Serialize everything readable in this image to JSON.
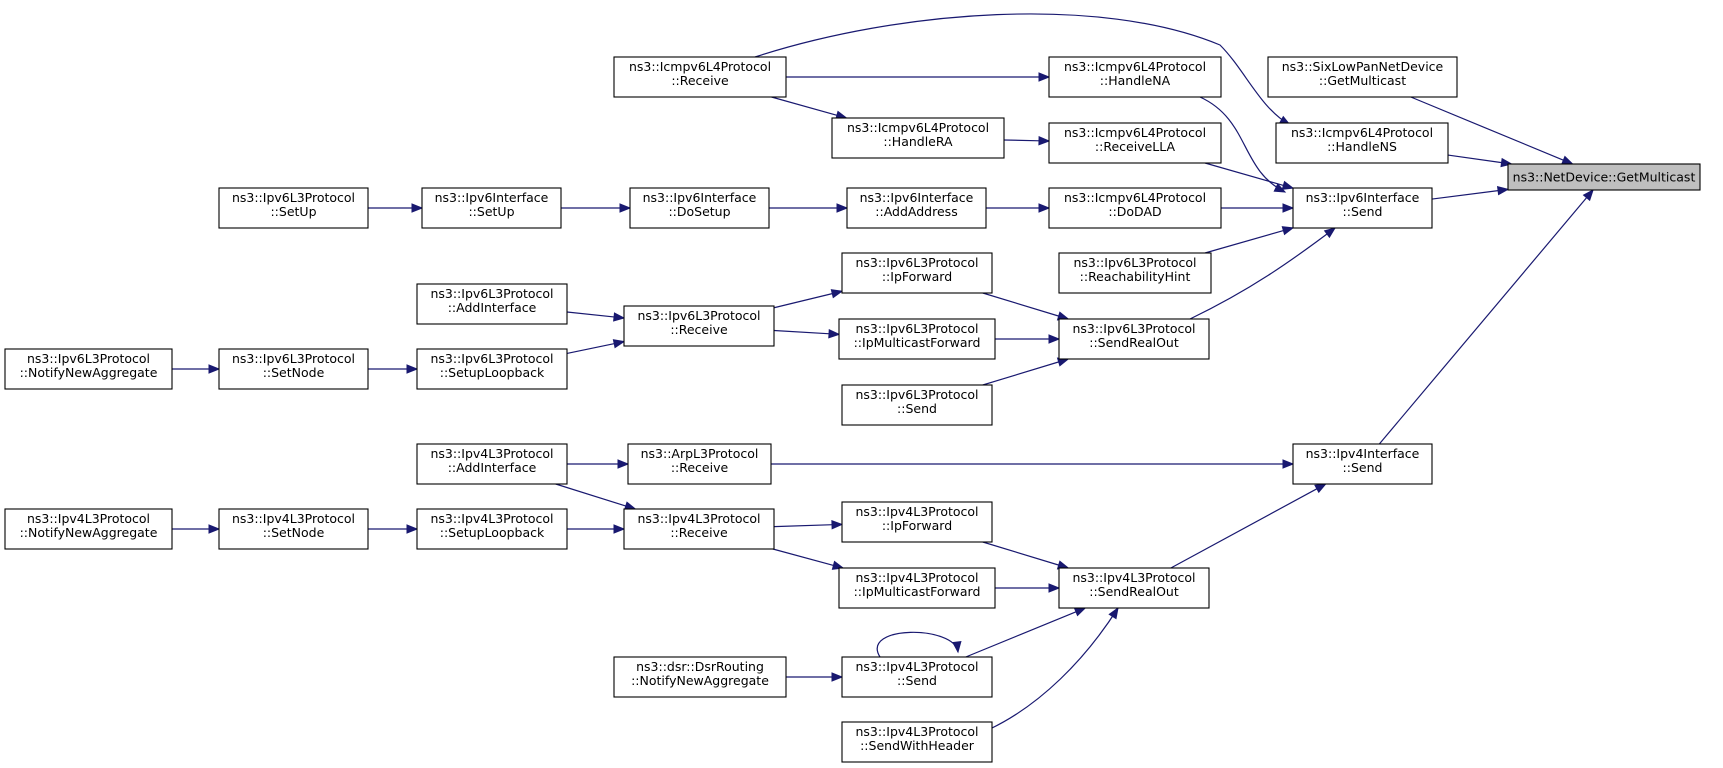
{
  "diagram": {
    "colors": {
      "edge": "#191970",
      "node_border": "#000000",
      "root_fill": "#bfbfbf",
      "node_fill": "#ffffff"
    },
    "nodes": [
      {
        "id": "root",
        "lines": [
          "ns3::NetDevice::GetMulticast"
        ]
      },
      {
        "id": "sixlowpan_getmulticast",
        "lines": [
          "ns3::SixLowPanNetDevice",
          "::GetMulticast"
        ]
      },
      {
        "id": "icmpv6_receive",
        "lines": [
          "ns3::Icmpv6L4Protocol",
          "::Receive"
        ]
      },
      {
        "id": "icmpv6_handlena",
        "lines": [
          "ns3::Icmpv6L4Protocol",
          "::HandleNA"
        ]
      },
      {
        "id": "icmpv6_handlens",
        "lines": [
          "ns3::Icmpv6L4Protocol",
          "::HandleNS"
        ]
      },
      {
        "id": "icmpv6_handlera",
        "lines": [
          "ns3::Icmpv6L4Protocol",
          "::HandleRA"
        ]
      },
      {
        "id": "icmpv6_receivella",
        "lines": [
          "ns3::Icmpv6L4Protocol",
          "::ReceiveLLA"
        ]
      },
      {
        "id": "icmpv6_dodad",
        "lines": [
          "ns3::Icmpv6L4Protocol",
          "::DoDAD"
        ]
      },
      {
        "id": "ipv6if_send",
        "lines": [
          "ns3::Ipv6Interface",
          "::Send"
        ]
      },
      {
        "id": "ipv6if_addaddress",
        "lines": [
          "ns3::Ipv6Interface",
          "::AddAddress"
        ]
      },
      {
        "id": "ipv6if_dosetup",
        "lines": [
          "ns3::Ipv6Interface",
          "::DoSetup"
        ]
      },
      {
        "id": "ipv6if_setup",
        "lines": [
          "ns3::Ipv6Interface",
          "::SetUp"
        ]
      },
      {
        "id": "ipv6l3_setup",
        "lines": [
          "ns3::Ipv6L3Protocol",
          "::SetUp"
        ]
      },
      {
        "id": "ipv6l3_reachabilityhint",
        "lines": [
          "ns3::Ipv6L3Protocol",
          "::ReachabilityHint"
        ]
      },
      {
        "id": "ipv6l3_ipforward",
        "lines": [
          "ns3::Ipv6L3Protocol",
          "::IpForward"
        ]
      },
      {
        "id": "ipv6l3_ipmulticastforward",
        "lines": [
          "ns3::Ipv6L3Protocol",
          "::IpMulticastForward"
        ]
      },
      {
        "id": "ipv6l3_sendrealout",
        "lines": [
          "ns3::Ipv6L3Protocol",
          "::SendRealOut"
        ]
      },
      {
        "id": "ipv6l3_send",
        "lines": [
          "ns3::Ipv6L3Protocol",
          "::Send"
        ]
      },
      {
        "id": "ipv6l3_receive",
        "lines": [
          "ns3::Ipv6L3Protocol",
          "::Receive"
        ]
      },
      {
        "id": "ipv6l3_addinterface",
        "lines": [
          "ns3::Ipv6L3Protocol",
          "::AddInterface"
        ]
      },
      {
        "id": "ipv6l3_setuploopback",
        "lines": [
          "ns3::Ipv6L3Protocol",
          "::SetupLoopback"
        ]
      },
      {
        "id": "ipv6l3_setnode",
        "lines": [
          "ns3::Ipv6L3Protocol",
          "::SetNode"
        ]
      },
      {
        "id": "ipv6l3_notifynewaggregate",
        "lines": [
          "ns3::Ipv6L3Protocol",
          "::NotifyNewAggregate"
        ]
      },
      {
        "id": "ipv4if_send",
        "lines": [
          "ns3::Ipv4Interface",
          "::Send"
        ]
      },
      {
        "id": "arpl3_receive",
        "lines": [
          "ns3::ArpL3Protocol",
          "::Receive"
        ]
      },
      {
        "id": "ipv4l3_addinterface",
        "lines": [
          "ns3::Ipv4L3Protocol",
          "::AddInterface"
        ]
      },
      {
        "id": "ipv4l3_receive",
        "lines": [
          "ns3::Ipv4L3Protocol",
          "::Receive"
        ]
      },
      {
        "id": "ipv4l3_setuploopback",
        "lines": [
          "ns3::Ipv4L3Protocol",
          "::SetupLoopback"
        ]
      },
      {
        "id": "ipv4l3_setnode",
        "lines": [
          "ns3::Ipv4L3Protocol",
          "::SetNode"
        ]
      },
      {
        "id": "ipv4l3_notifynewaggregate",
        "lines": [
          "ns3::Ipv4L3Protocol",
          "::NotifyNewAggregate"
        ]
      },
      {
        "id": "ipv4l3_ipforward",
        "lines": [
          "ns3::Ipv4L3Protocol",
          "::IpForward"
        ]
      },
      {
        "id": "ipv4l3_ipmulticastforward",
        "lines": [
          "ns3::Ipv4L3Protocol",
          "::IpMulticastForward"
        ]
      },
      {
        "id": "ipv4l3_sendrealout",
        "lines": [
          "ns3::Ipv4L3Protocol",
          "::SendRealOut"
        ]
      },
      {
        "id": "ipv4l3_send",
        "lines": [
          "ns3::Ipv4L3Protocol",
          "::Send"
        ]
      },
      {
        "id": "dsr_notifynewaggregate",
        "lines": [
          "ns3::dsr::DsrRouting",
          "::NotifyNewAggregate"
        ]
      },
      {
        "id": "ipv4l3_sendwithheader",
        "lines": [
          "ns3::Ipv4L3Protocol",
          "::SendWithHeader"
        ]
      }
    ],
    "edges": [
      {
        "from": "sixlowpan_getmulticast",
        "to": "root"
      },
      {
        "from": "icmpv6_handlens",
        "to": "root"
      },
      {
        "from": "ipv6if_send",
        "to": "root"
      },
      {
        "from": "ipv4if_send",
        "to": "root"
      },
      {
        "from": "icmpv6_receive",
        "to": "icmpv6_handlena"
      },
      {
        "from": "icmpv6_receive",
        "to": "icmpv6_handlera"
      },
      {
        "from": "icmpv6_receive",
        "to": "icmpv6_handlens"
      },
      {
        "from": "icmpv6_handlera",
        "to": "icmpv6_receivella"
      },
      {
        "from": "icmpv6_handlena",
        "to": "ipv6if_send"
      },
      {
        "from": "icmpv6_receivella",
        "to": "ipv6if_send"
      },
      {
        "from": "icmpv6_dodad",
        "to": "ipv6if_send"
      },
      {
        "from": "ipv6l3_reachabilityhint",
        "to": "ipv6if_send"
      },
      {
        "from": "ipv6l3_sendrealout",
        "to": "ipv6if_send"
      },
      {
        "from": "ipv6if_addaddress",
        "to": "icmpv6_dodad"
      },
      {
        "from": "ipv6if_dosetup",
        "to": "ipv6if_addaddress"
      },
      {
        "from": "ipv6if_setup",
        "to": "ipv6if_dosetup"
      },
      {
        "from": "ipv6l3_setup",
        "to": "ipv6if_setup"
      },
      {
        "from": "ipv6l3_ipforward",
        "to": "ipv6l3_sendrealout"
      },
      {
        "from": "ipv6l3_ipmulticastforward",
        "to": "ipv6l3_sendrealout"
      },
      {
        "from": "ipv6l3_send",
        "to": "ipv6l3_sendrealout"
      },
      {
        "from": "ipv6l3_receive",
        "to": "ipv6l3_ipforward"
      },
      {
        "from": "ipv6l3_receive",
        "to": "ipv6l3_ipmulticastforward"
      },
      {
        "from": "ipv6l3_addinterface",
        "to": "ipv6l3_receive"
      },
      {
        "from": "ipv6l3_setuploopback",
        "to": "ipv6l3_receive"
      },
      {
        "from": "ipv6l3_setnode",
        "to": "ipv6l3_setuploopback"
      },
      {
        "from": "ipv6l3_notifynewaggregate",
        "to": "ipv6l3_setnode"
      },
      {
        "from": "arpl3_receive",
        "to": "ipv4if_send"
      },
      {
        "from": "ipv4l3_sendrealout",
        "to": "ipv4if_send"
      },
      {
        "from": "ipv4l3_addinterface",
        "to": "arpl3_receive"
      },
      {
        "from": "ipv4l3_addinterface",
        "to": "ipv4l3_receive"
      },
      {
        "from": "ipv4l3_setuploopback",
        "to": "ipv4l3_receive"
      },
      {
        "from": "ipv4l3_setnode",
        "to": "ipv4l3_setuploopback"
      },
      {
        "from": "ipv4l3_notifynewaggregate",
        "to": "ipv4l3_setnode"
      },
      {
        "from": "ipv4l3_receive",
        "to": "ipv4l3_ipforward"
      },
      {
        "from": "ipv4l3_receive",
        "to": "ipv4l3_ipmulticastforward"
      },
      {
        "from": "ipv4l3_ipforward",
        "to": "ipv4l3_sendrealout"
      },
      {
        "from": "ipv4l3_ipmulticastforward",
        "to": "ipv4l3_sendrealout"
      },
      {
        "from": "ipv4l3_send",
        "to": "ipv4l3_sendrealout"
      },
      {
        "from": "ipv4l3_send",
        "to": "ipv4l3_send"
      },
      {
        "from": "dsr_notifynewaggregate",
        "to": "ipv4l3_send"
      },
      {
        "from": "ipv4l3_sendwithheader",
        "to": "ipv4l3_sendrealout"
      }
    ]
  }
}
